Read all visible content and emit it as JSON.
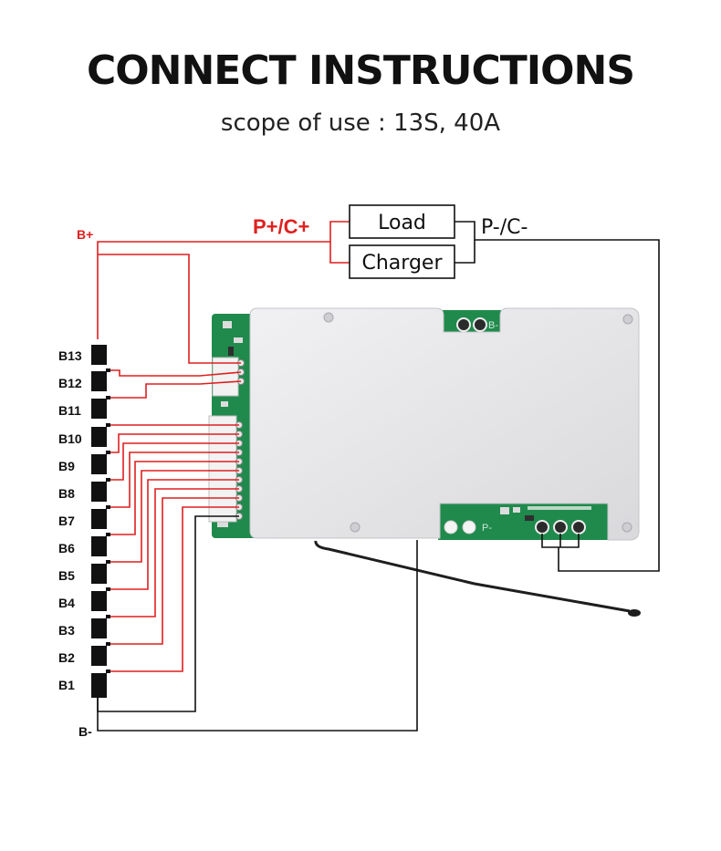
{
  "header": {
    "title": "CONNECT INSTRUCTIONS",
    "subtitle": "scope of use : 13S, 40A"
  },
  "terminals": {
    "b_plus": "B+",
    "b_minus": "B-",
    "p_plus_c_plus": "P+/C+",
    "p_minus_c_minus": "P-/C-"
  },
  "boxes": {
    "load": "Load",
    "charger": "Charger"
  },
  "cells": [
    "B13",
    "B12",
    "B11",
    "B10",
    "B9",
    "B8",
    "B7",
    "B6",
    "B5",
    "B4",
    "B3",
    "B2",
    "B1"
  ],
  "board": {
    "b_minus_pad": "B-",
    "p_minus_pad": "P-"
  },
  "colors": {
    "positive_wire": "#e01f1f",
    "negative_wire": "#111111",
    "pcb_green": "#1f8a4c",
    "heatsink": "#e4e4e6"
  }
}
